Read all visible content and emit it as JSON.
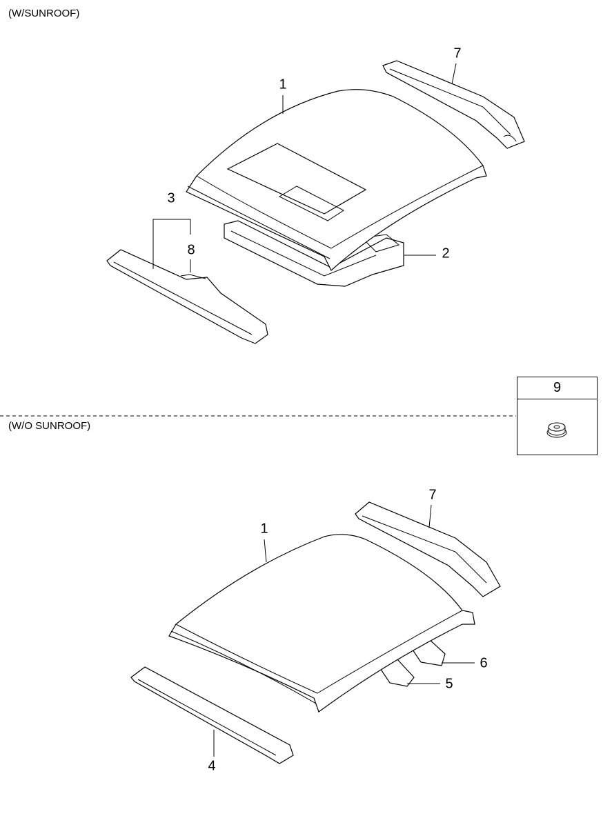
{
  "sections": {
    "with_sunroof": "(W/SUNROOF)",
    "without_sunroof": "(W/O SUNROOF)"
  },
  "callouts_top": [
    "1",
    "2",
    "3",
    "7",
    "8"
  ],
  "callouts_bottom": [
    "1",
    "4",
    "5",
    "6",
    "7"
  ],
  "part_box": {
    "number": "9",
    "icon": "clip-nut-icon"
  }
}
